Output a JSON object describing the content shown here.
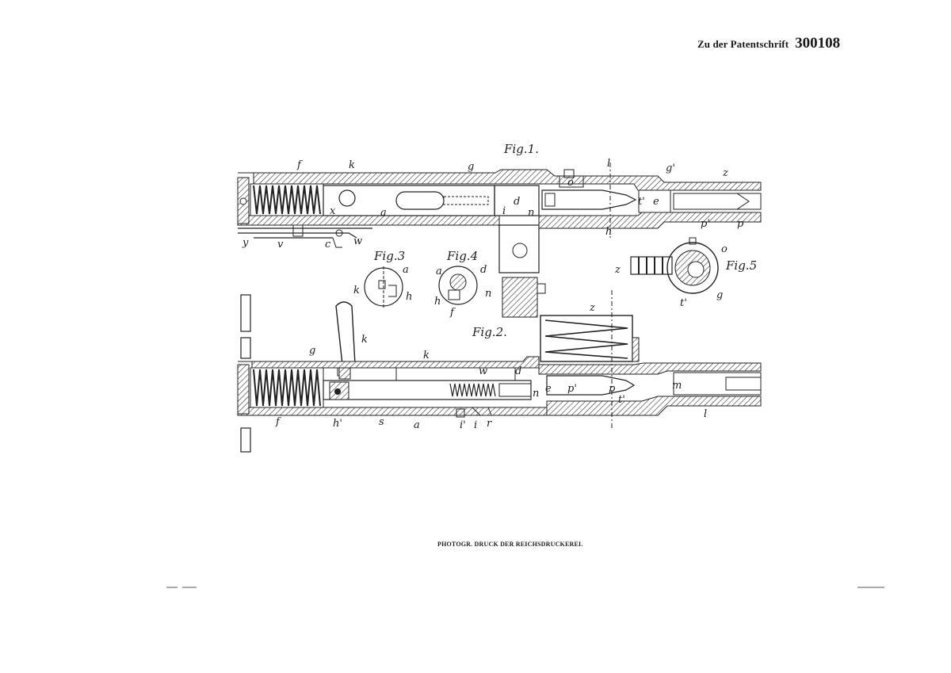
{
  "header": {
    "label": "Zu der Patentschrift",
    "number": "300108"
  },
  "footer": {
    "printer": "PHOTOGR. DRUCK DER REICHSDRUCKEREI."
  },
  "figures": {
    "fig1": "Fig.1.",
    "fig2": "Fig.2.",
    "fig3": "Fig.3",
    "fig4": "Fig.4",
    "fig5": "Fig.5"
  },
  "labels": {
    "fig1": {
      "f": "f",
      "k": "k",
      "g": "g",
      "l": "l",
      "g1": "g'",
      "z": "z",
      "x": "x",
      "a": "a",
      "o": "o",
      "d": "d",
      "i": "i",
      "n": "n",
      "t": "t'",
      "e": "e",
      "p1": "p'",
      "p": "p",
      "y": "y",
      "v": "v",
      "c": "c",
      "w": "w",
      "h": "h"
    },
    "fig2": {
      "g": "g",
      "k1": "k",
      "k2": "k",
      "w": "w",
      "d": "d",
      "z": "z",
      "f": "f",
      "h1": "h'",
      "s": "s",
      "a": "a",
      "i1": "i'",
      "i": "i",
      "r": "r",
      "n": "n",
      "e": "e",
      "p1": "p'",
      "p": "p",
      "t1": "t'",
      "m": "m",
      "l": "l"
    },
    "fig3": {
      "a": "a",
      "k": "k",
      "h": "h"
    },
    "fig4": {
      "a": "a",
      "d": "d",
      "n": "n",
      "h": "h",
      "f": "f"
    },
    "fig5": {
      "z": "z",
      "o": "o",
      "t1": "t'",
      "g": "g"
    }
  }
}
